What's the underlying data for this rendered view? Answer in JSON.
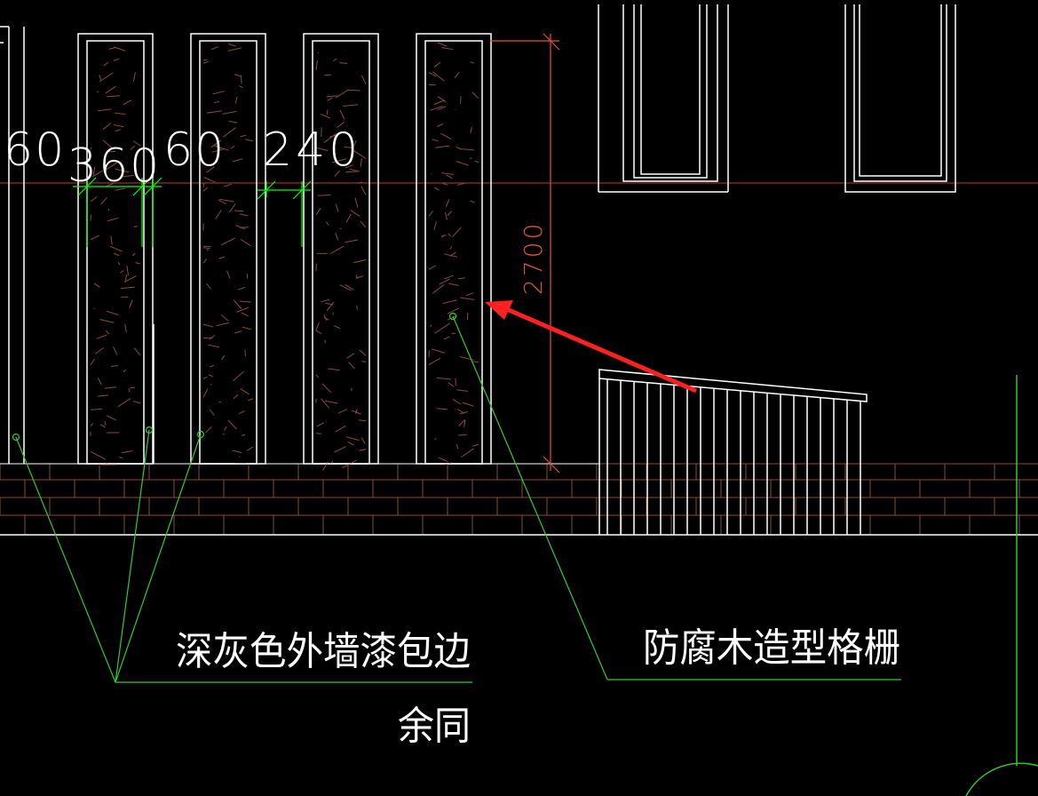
{
  "colors": {
    "background": "#000000",
    "outline": "#ffffff",
    "dimension_green": "#00ff00",
    "leader_green": "#2ecc2e",
    "red_line": "#c0392b",
    "dimension_red": "#e0523a",
    "hatch_brown": "#8b4a3a",
    "arrow_red": "#ff2020"
  },
  "dimensions": {
    "d_60_left": "60",
    "d_360": "360",
    "d_60_mid": "60",
    "d_240": "240",
    "d_2700": "2700"
  },
  "labels": {
    "paint_label": "深灰色外墙漆包边",
    "same_label": "余同",
    "grille_label": "防腐木造型格栅"
  },
  "icons": {
    "annotation_arrow": "red-arrow-icon",
    "leader_dot": "circle-marker-icon"
  }
}
